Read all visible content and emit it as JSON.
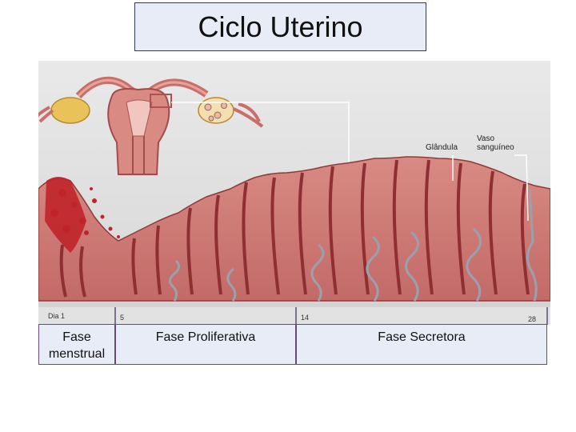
{
  "title": "Ciclo Uterino",
  "figure": {
    "labels": {
      "gland": "Glândula",
      "vessel_line1": "Vaso",
      "vessel_line2": "sanguíneo"
    },
    "timeline": [
      {
        "label": "Dia 1",
        "day": 1
      },
      {
        "label": "5",
        "day": 5
      },
      {
        "label": "14",
        "day": 14
      },
      {
        "label": "28",
        "day": 28
      }
    ]
  },
  "phases": {
    "menstrual": "Fase menstrual",
    "proliferative": "Fase Proliferativa",
    "secretory": "Fase Secretora"
  },
  "colors": {
    "tissue": "#c9716f",
    "tissue_dark": "#8e2f33",
    "blood": "#c0242a",
    "box_fill": "#e7ecf7",
    "vessel": "#9aa1ad"
  }
}
